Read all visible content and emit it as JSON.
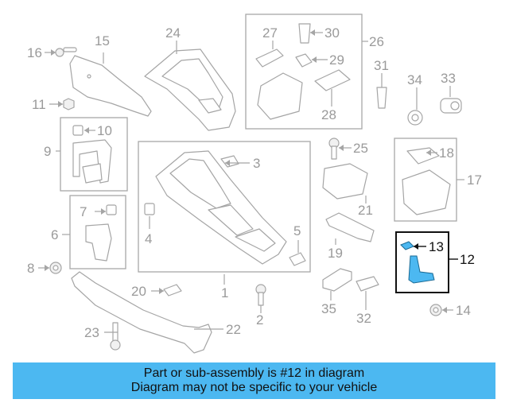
{
  "callouts": [
    "1",
    "2",
    "3",
    "4",
    "5",
    "6",
    "7",
    "8",
    "9",
    "10",
    "11",
    "12",
    "13",
    "14",
    "15",
    "16",
    "17",
    "18",
    "19",
    "20",
    "21",
    "22",
    "23",
    "24",
    "25",
    "26",
    "27",
    "28",
    "29",
    "30",
    "31",
    "32",
    "33",
    "34",
    "35"
  ],
  "highlight": {
    "part": "12",
    "subpart": "13",
    "color": "#4cb8f1"
  },
  "banner": {
    "line1": "Part or sub-assembly is #12 in diagram",
    "line2": "Diagram may not be specific to your vehicle",
    "background": "#4cb8f1"
  }
}
